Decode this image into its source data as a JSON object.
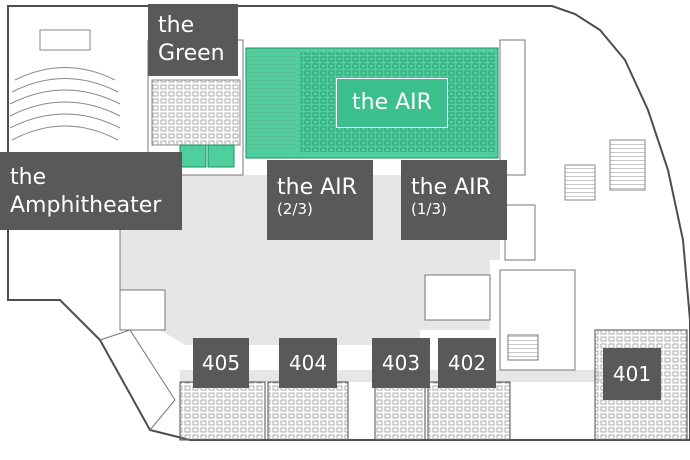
{
  "labels": {
    "green": "the Green",
    "amphitheater": "the Amphitheater",
    "air": "the AIR",
    "air_two_thirds": "the AIR",
    "air_two_thirds_sub": "(2/3)",
    "air_one_third": "the AIR",
    "air_one_third_sub": "(1/3)",
    "r405": "405",
    "r404": "404",
    "r403": "403",
    "r402": "402",
    "r401": "401"
  },
  "colors": {
    "label_bg": "#595959",
    "highlight": "#3bbf8d",
    "floor": "#e6e6e6",
    "wall": "#4d4d4d"
  }
}
